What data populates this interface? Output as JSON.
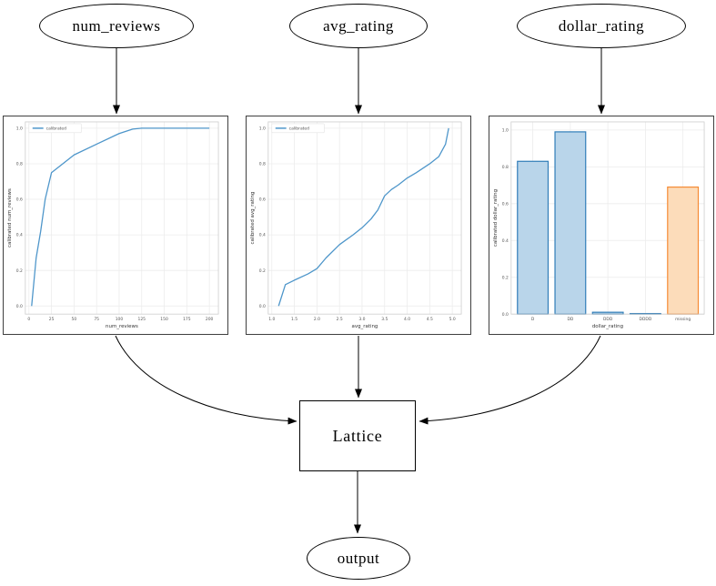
{
  "nodes": {
    "num_reviews": "num_reviews",
    "avg_rating": "avg_rating",
    "dollar_rating": "dollar_rating",
    "lattice": "Lattice",
    "output": "output"
  },
  "colors": {
    "line": "#4e96ca",
    "bar_blue_fill": "#b9d5ea",
    "bar_blue_edge": "#2f7cb8",
    "bar_orange_fill": "#fcdcba",
    "bar_orange_edge": "#f58a33",
    "grid": "#ececec",
    "spine": "#cccccc",
    "tick_text": "#555555",
    "label_text": "#333333",
    "edge_arrow": "#000000"
  },
  "chart_data": [
    {
      "type": "line",
      "title": "",
      "xlabel": "num_reviews",
      "ylabel": "calibrated num_reviews",
      "legend": [
        "calibrated"
      ],
      "legend_position": "upper left",
      "grid": true,
      "xlim": [
        0,
        200
      ],
      "ylim": [
        0,
        1
      ],
      "xticks": [
        "0",
        "25",
        "50",
        "75",
        "100",
        "125",
        "150",
        "175",
        "200"
      ],
      "yticks": [
        "0.0",
        "0.2",
        "0.4",
        "0.6",
        "0.8",
        "1.0"
      ],
      "series": [
        {
          "name": "calibrated",
          "x": [
            3,
            8,
            13,
            18,
            25,
            50,
            75,
            100,
            115,
            125,
            200
          ],
          "y": [
            0.0,
            0.27,
            0.42,
            0.6,
            0.75,
            0.85,
            0.91,
            0.97,
            0.995,
            1.0,
            1.0
          ]
        }
      ]
    },
    {
      "type": "line",
      "title": "",
      "xlabel": "avg_rating",
      "ylabel": "calibrated avg_rating",
      "legend": [
        "calibrated"
      ],
      "legend_position": "upper left",
      "grid": true,
      "xlim": [
        1,
        5
      ],
      "ylim": [
        0,
        1
      ],
      "xticks": [
        "1.0",
        "1.5",
        "2.0",
        "2.5",
        "3.0",
        "3.5",
        "4.0",
        "4.5",
        "5.0"
      ],
      "yticks": [
        "0.0",
        "0.2",
        "0.4",
        "0.6",
        "0.8",
        "1.0"
      ],
      "series": [
        {
          "name": "calibrated",
          "x": [
            1.15,
            1.3,
            1.5,
            1.8,
            2.0,
            2.2,
            2.5,
            2.8,
            3.0,
            3.2,
            3.35,
            3.5,
            3.65,
            3.8,
            4.0,
            4.2,
            4.5,
            4.7,
            4.85,
            4.92
          ],
          "y": [
            0.0,
            0.12,
            0.145,
            0.18,
            0.21,
            0.27,
            0.345,
            0.4,
            0.44,
            0.49,
            0.54,
            0.62,
            0.655,
            0.68,
            0.72,
            0.75,
            0.8,
            0.84,
            0.91,
            1.0
          ]
        }
      ]
    },
    {
      "type": "bar",
      "title": "",
      "xlabel": "dollar_rating",
      "ylabel": "calibrated dollar_rating",
      "grid": true,
      "ylim": [
        0,
        1
      ],
      "yticks": [
        "0.0",
        "0.2",
        "0.4",
        "0.6",
        "0.8",
        "1.0"
      ],
      "categories": [
        "D",
        "DD",
        "DDD",
        "DDDD",
        "missing"
      ],
      "values": [
        0.83,
        0.99,
        0.01,
        0.003,
        0.69
      ],
      "bar_styles": [
        "blue",
        "blue",
        "blue",
        "blue",
        "orange"
      ]
    }
  ]
}
